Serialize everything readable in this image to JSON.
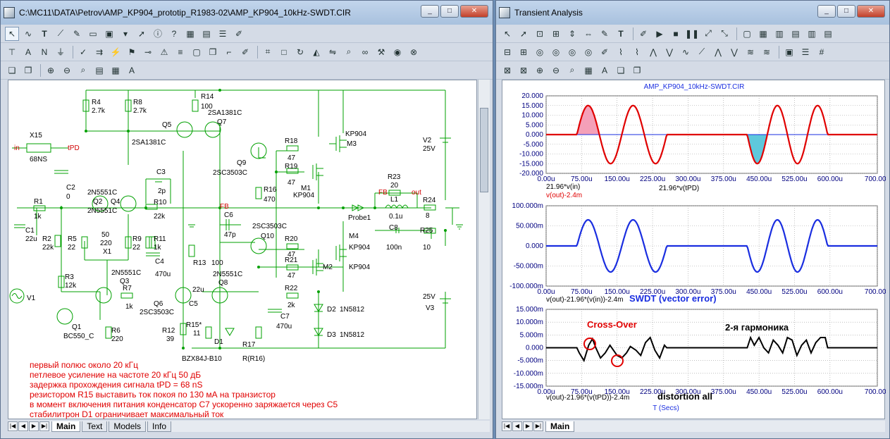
{
  "left_window": {
    "title": "C:\\MC11\\DATA\\Petrov\\AMP_KP904_prototip_R1983-02\\AMP_KP904_10kHz-SWDT.CIR",
    "toolbar_icons": [
      "select-icon",
      "wire-icon",
      "text-icon",
      "line-icon",
      "pencil-icon",
      "bus-icon",
      "camera-icon",
      "arrow-icon",
      "info-icon",
      "help-icon",
      "grid-icon",
      "table-icon",
      "note-icon",
      "list-icon",
      "edit-icon"
    ],
    "tabs": [
      "Main",
      "Text",
      "Models",
      "Info"
    ],
    "notes": [
      "первый полюс около 20 кГц",
      "петлевое усиление на частоте 20 кГц 50 дБ",
      "задержка прохождения сигнала tPD = 68 nS",
      "резистором R15 выставить ток покоя по 130 мА на транзистор",
      "в момент включения питания конденсатор С7 ускоренно заряжается через С5",
      "стабилитрон D1 ограничивает максимальный ток"
    ],
    "components": {
      "R4": [
        "R4",
        "2.7k"
      ],
      "R8": [
        "R8",
        "2.7k"
      ],
      "R14": [
        "R14",
        "100"
      ],
      "Q5": "Q5",
      "Q7": "Q7",
      "q5q7_model": "2SA1381C",
      "q5q7_model2": "2SA1381C",
      "X15": [
        "X15",
        "68NS"
      ],
      "in": "in",
      "tPD": "tPD",
      "C3": [
        "C3",
        "2p"
      ],
      "C2": [
        "C2",
        "0"
      ],
      "Q2Q4": [
        "2N5551C",
        "Q2",
        "Q4",
        "2N5551C"
      ],
      "R1": [
        "R1",
        "1k"
      ],
      "C1": [
        "C1",
        "22u"
      ],
      "R2": [
        "R2",
        "22k"
      ],
      "R5": [
        "R5",
        "22"
      ],
      "X1": [
        "50",
        "220",
        "X1"
      ],
      "R9": [
        "R9",
        "22"
      ],
      "R10": [
        "R10",
        "22k"
      ],
      "R11": [
        "R11",
        "1k"
      ],
      "C4": [
        "C4",
        "470u"
      ],
      "R3": [
        "R3",
        "12k"
      ],
      "V1": "V1",
      "Q3": [
        "2N5551C",
        "Q3"
      ],
      "R7": [
        "R7",
        "1k"
      ],
      "Q6": [
        "Q6",
        "2SC3503C"
      ],
      "Q1": [
        "Q1",
        "BC550_C"
      ],
      "R6": [
        "R6",
        "220"
      ],
      "R12": [
        "R12",
        "39"
      ],
      "R13": "R13",
      "C5": [
        "C5",
        "22u"
      ],
      "R15": [
        "R15*",
        "11"
      ],
      "D1": [
        "D1",
        "BZX84J-B10"
      ],
      "Q8": [
        "2N5551C",
        "Q8"
      ],
      "R17": [
        "R17",
        "R(R16)"
      ],
      "C7": [
        "C7",
        "470u"
      ],
      "Q9": [
        "Q9",
        "2SC3503C"
      ],
      "R16": [
        "R16",
        "470"
      ],
      "C6": [
        "C6",
        "47p"
      ],
      "Q10": [
        "2SC3503C",
        "Q10"
      ],
      "R18": [
        "R18",
        "47"
      ],
      "R19": [
        "R19",
        "47"
      ],
      "M1": [
        "M1",
        "KP904"
      ],
      "M3": [
        "KP904",
        "M3"
      ],
      "R20": [
        "R20",
        "47"
      ],
      "R21": [
        "R21",
        "47"
      ],
      "M4": [
        "M4",
        "KP904"
      ],
      "M2": [
        "M2",
        "KP904"
      ],
      "R22": [
        "R22",
        "2k"
      ],
      "D2": [
        "D2",
        "1N5812"
      ],
      "D3": [
        "D3",
        "1N5812"
      ],
      "V2": [
        "V2",
        "25V"
      ],
      "V3": [
        "25V",
        "V3"
      ],
      "R23": [
        "R23",
        "20"
      ],
      "L1": [
        "L1",
        "0.1u"
      ],
      "R24": [
        "R24",
        "8"
      ],
      "C8": [
        "C8",
        "100n"
      ],
      "R25": [
        "R25",
        "10"
      ],
      "FB": "FB",
      "FB2": "FB",
      "out": "out",
      "Probe1": "Probe1",
      "R13val": "100"
    }
  },
  "right_window": {
    "title": "Transient Analysis",
    "plot_title": "AMP_KP904_10kHz-SWDT.CIR",
    "tabs": [
      "Main"
    ],
    "legend1a": "21.96*v(in)",
    "legend1b": "v(out)-2.4m",
    "legend1c": "21.96*v(tPD)",
    "legend2": "v(out)-21.96*(v(in))-2.4m",
    "legend2b": "SWDT (vector error)",
    "legend3": "v(out)-21.96*(v(tPD))-2.4m",
    "legend3b": "distortion all",
    "xlabel": "T (Secs)",
    "annot_crossover": "Cross-Over",
    "annot_harmonic": "2-я гармоника",
    "colors": {
      "red": "#e00000",
      "blue": "#1a2ee0",
      "black": "#000000",
      "cyan": "#5ec8dc",
      "pink": "#f4a0b8"
    }
  },
  "chart_data": [
    {
      "type": "line",
      "x_ticks": [
        "0.00u",
        "75.00u",
        "150.00u",
        "225.00u",
        "300.00u",
        "375.00u",
        "450.00u",
        "525.00u",
        "600.00u",
        "700.00u"
      ],
      "xlim": [
        0,
        700
      ],
      "ylim": [
        -20,
        20
      ],
      "y_ticks": [
        "20.000",
        "15.000",
        "10.000",
        "5.000",
        "0.000",
        "-5.000",
        "-10.000",
        "-15.000",
        "-20.000"
      ],
      "series": [
        {
          "name": "21.96*v(in)",
          "color": "#e00000",
          "segments": [
            [
              65,
              255
            ],
            [
              425,
              595
            ]
          ],
          "amplitude": 15
        }
      ]
    },
    {
      "type": "line",
      "x_ticks": [
        "0.00u",
        "75.00u",
        "150.00u",
        "225.00u",
        "300.00u",
        "375.00u",
        "450.00u",
        "525.00u",
        "600.00u",
        "700.00u"
      ],
      "xlim": [
        0,
        700
      ],
      "ylim": [
        -100,
        100
      ],
      "y_ticks": [
        "100.000m",
        "50.000m",
        "0.000",
        "-50.000m",
        "-100.000m"
      ],
      "series": [
        {
          "name": "v(out)-21.96*(v(in))-2.4m",
          "color": "#1a2ee0",
          "segments": [
            [
              65,
              255
            ],
            [
              425,
              595
            ]
          ],
          "amplitude": 65
        }
      ]
    },
    {
      "type": "line",
      "x_ticks": [
        "0.00u",
        "75.00u",
        "150.00u",
        "225.00u",
        "300.00u",
        "375.00u",
        "450.00u",
        "525.00u",
        "600.00u",
        "700.00u"
      ],
      "xlim": [
        0,
        700
      ],
      "ylim": [
        -15,
        15
      ],
      "y_ticks": [
        "15.000m",
        "10.000m",
        "5.000m",
        "0.000",
        "-5.000m",
        "-10.000m",
        "-15.000m"
      ],
      "series": [
        {
          "name": "v(out)-21.96*(v(tPD))-2.4m",
          "color": "#000000",
          "points": [
            [
              0,
              0
            ],
            [
              65,
              0
            ],
            [
              70,
              -2
            ],
            [
              80,
              -5
            ],
            [
              90,
              1
            ],
            [
              98,
              3.5
            ],
            [
              105,
              0
            ],
            [
              115,
              -4
            ],
            [
              125,
              -2
            ],
            [
              135,
              1
            ],
            [
              150,
              -3
            ],
            [
              160,
              -4
            ],
            [
              170,
              -2
            ],
            [
              178,
              0.5
            ],
            [
              190,
              -1
            ],
            [
              200,
              -3
            ],
            [
              210,
              2
            ],
            [
              220,
              4
            ],
            [
              230,
              -1
            ],
            [
              240,
              -4
            ],
            [
              250,
              1
            ],
            [
              255,
              0
            ],
            [
              425,
              0
            ],
            [
              432,
              4
            ],
            [
              440,
              1
            ],
            [
              450,
              4
            ],
            [
              460,
              0
            ],
            [
              470,
              -2
            ],
            [
              480,
              3
            ],
            [
              490,
              1
            ],
            [
              500,
              -2
            ],
            [
              510,
              4
            ],
            [
              520,
              3
            ],
            [
              530,
              -3
            ],
            [
              540,
              1
            ],
            [
              550,
              3
            ],
            [
              560,
              -2
            ],
            [
              570,
              2
            ],
            [
              580,
              4
            ],
            [
              590,
              4
            ],
            [
              595,
              0
            ],
            [
              700,
              0
            ]
          ]
        }
      ]
    }
  ]
}
